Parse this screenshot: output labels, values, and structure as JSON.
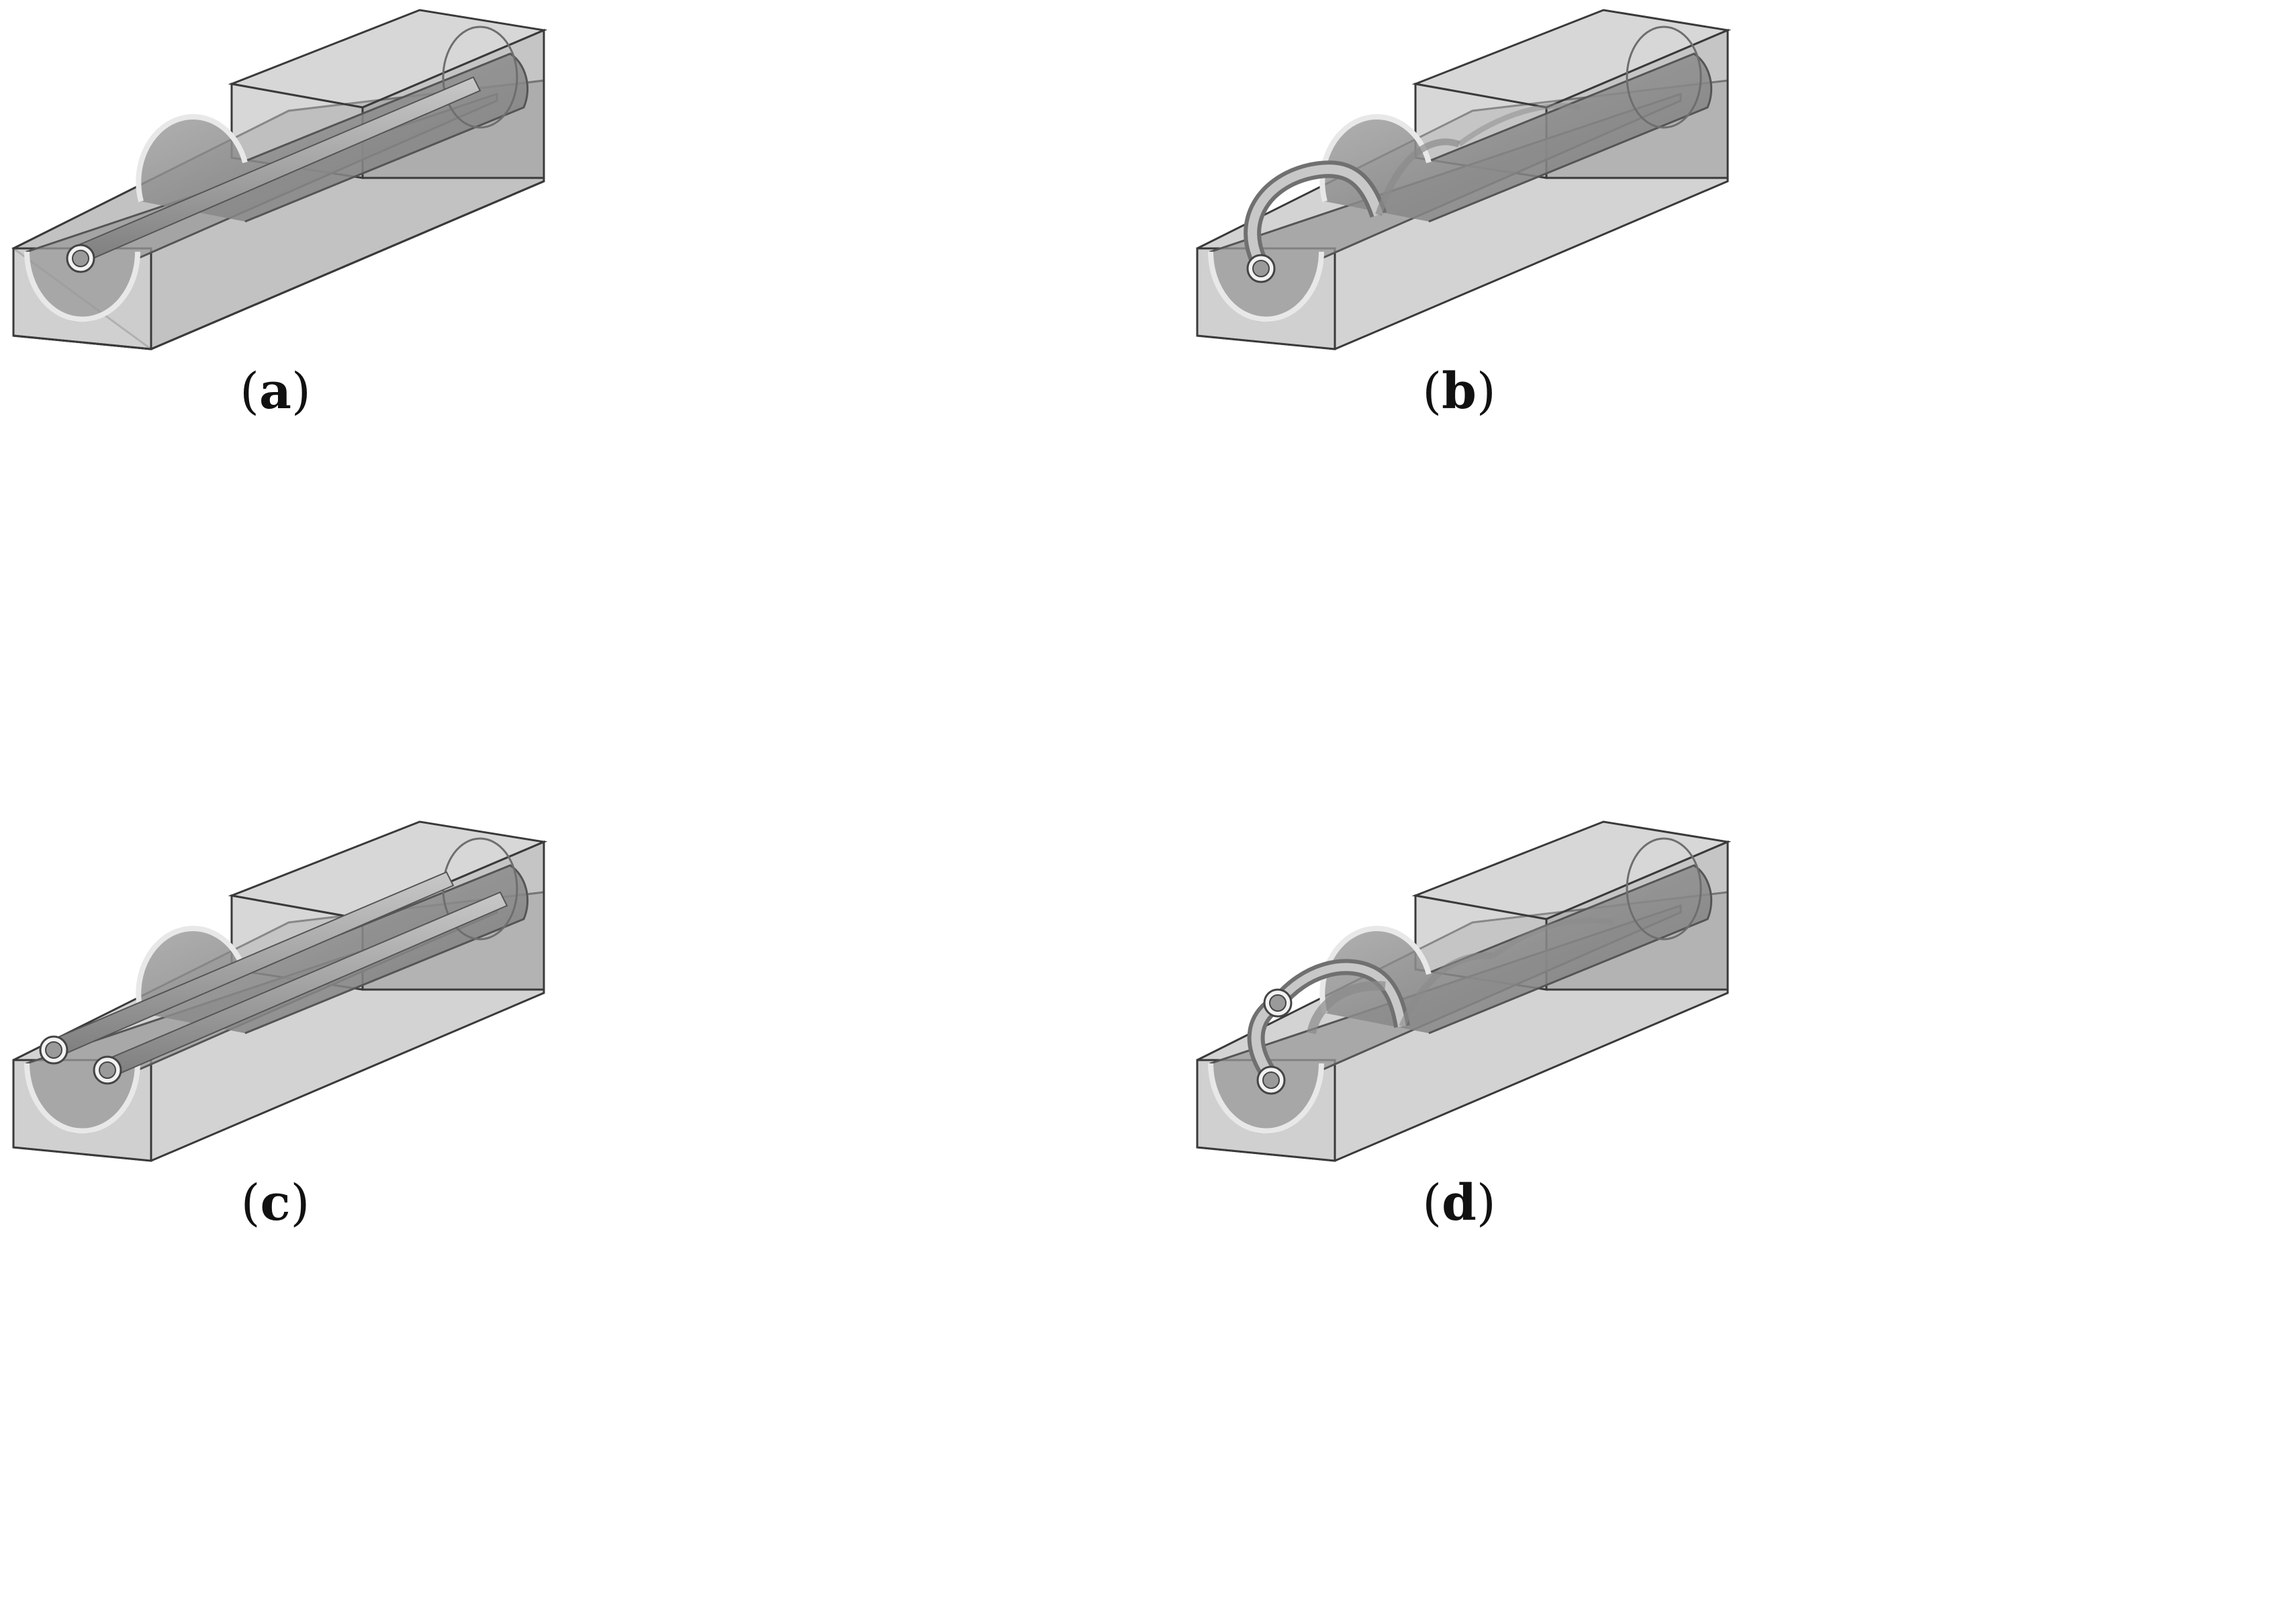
{
  "panels": [
    {
      "id": "a",
      "paren_open": "(",
      "letter": "a",
      "paren_close": ")"
    },
    {
      "id": "b",
      "paren_open": "(",
      "letter": "b",
      "paren_close": ")"
    },
    {
      "id": "c",
      "paren_open": "(",
      "letter": "c",
      "paren_close": ")"
    },
    {
      "id": "d",
      "paren_open": "(",
      "letter": "d",
      "paren_close": ")"
    }
  ],
  "colors": {
    "background": "#ffffff",
    "block_fill": "#b8b8b8",
    "block_edge": "#3a3a3a",
    "tube_fill": "#8e8e8e",
    "pipe_fill": "#9a9a9a",
    "pipe_ring": "#f2f2f2"
  }
}
